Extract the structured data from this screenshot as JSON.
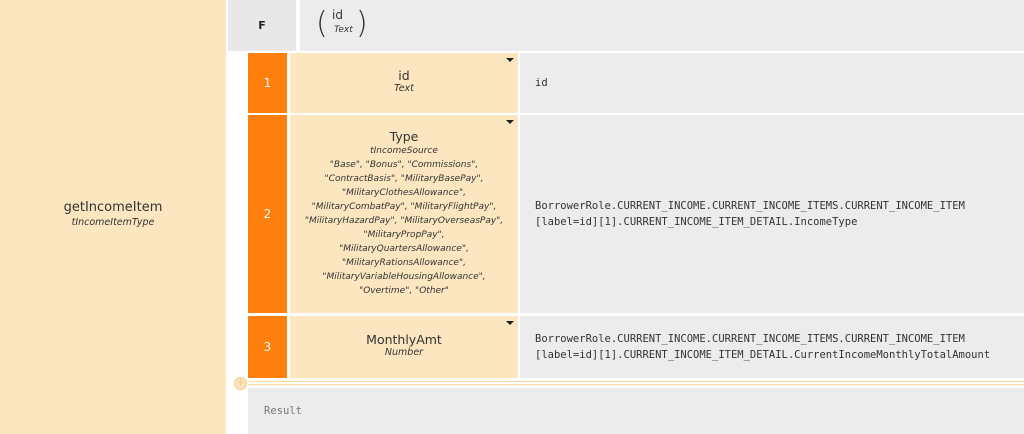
{
  "function": {
    "name": "getIncomeItem",
    "return_type": "tIncomeItemType"
  },
  "header": {
    "label": "F",
    "param_name": "id",
    "param_type": "Text"
  },
  "rows": [
    {
      "num": "1",
      "key_name": "id",
      "key_type": "Text",
      "value_lines": [
        "id"
      ]
    },
    {
      "num": "2",
      "key_name": "Type",
      "key_type": "tIncomeSource",
      "allowed_values": [
        "\"Base\", \"Bonus\", \"Commissions\",",
        "\"ContractBasis\", \"MilitaryBasePay\",",
        "\"MilitaryClothesAllowance\",",
        "\"MilitaryCombatPay\", \"MilitaryFlightPay\",",
        "\"MilitaryHazardPay\", \"MilitaryOverseasPay\",",
        "\"MilitaryPropPay\",",
        "\"MilitaryQuartersAllowance\",",
        "\"MilitaryRationsAllowance\",",
        "\"MilitaryVariableHousingAllowance\",",
        "\"Overtime\", \"Other\""
      ],
      "value_lines": [
        "BorrowerRole.CURRENT_INCOME.CURRENT_INCOME_ITEMS.CURRENT_INCOME_ITEM",
        "[label=id][1].CURRENT_INCOME_ITEM_DETAIL.IncomeType"
      ]
    },
    {
      "num": "3",
      "key_name": "MonthlyAmt",
      "key_type": "Number",
      "value_lines": [
        "BorrowerRole.CURRENT_INCOME.CURRENT_INCOME_ITEMS.CURRENT_INCOME_ITEM",
        "[label=id][1].CURRENT_INCOME_ITEM_DETAIL.CurrentIncomeMonthlyTotalAmount"
      ]
    }
  ],
  "result_placeholder": "Result",
  "icons": {
    "add": "plus-circle-icon",
    "dropdown": "caret-down-icon"
  },
  "colors": {
    "row_number_bg": "#ff7f0e",
    "key_bg": "#fbe6c0",
    "value_bg": "#ececec"
  }
}
